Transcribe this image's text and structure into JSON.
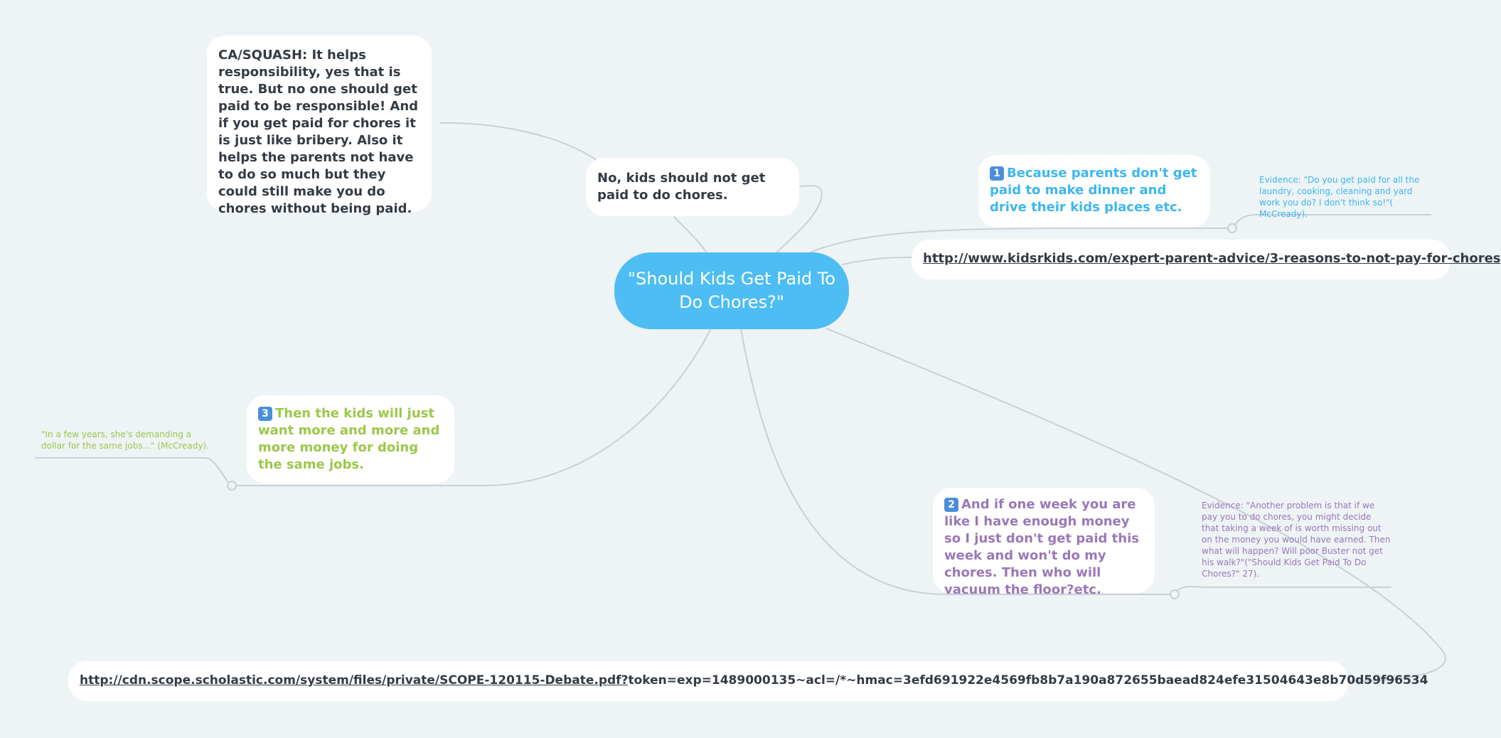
{
  "colors": {
    "background": "#eef3f6",
    "root": "#4dbdf4",
    "branch1": "#3cb7ef",
    "branch2": "#9a78b7",
    "branch3": "#9bc84a",
    "text_dark": "#333b44",
    "connector": "#c9d0d6"
  },
  "root": {
    "title": "\"Should Kids Get Paid To Do Chores?\""
  },
  "counter_claim": {
    "text": "No, kids should not get paid to do chores.",
    "squash": "CA/SQUASH: It helps responsibility, yes that is true. But no one should get paid to be responsible! And if you get paid for chores it is just like bribery. Also it helps the parents not have to do so much but they could still make you do chores without being paid."
  },
  "reasons": [
    {
      "badge": "1",
      "badge_icon": "keycap-one-icon",
      "text": "Because parents don't get paid to make dinner and drive their kids places etc.",
      "evidence": "Evidence: \"Do you get paid for all the laundry, cooking, cleaning and yard work you do? I don't think so!\"( McCready)."
    },
    {
      "badge": "2",
      "badge_icon": "keycap-two-icon",
      "text": "And if one week you are like I have enough money so I just don't get paid this week and won't do my chores. Then who will vacuum the floor?etc.",
      "evidence": "Evidence: \"Another problem is that if we pay you to do chores, you might decide that taking a week of is worth missing out on the money you would have earned. Then what will happen? Will poor Buster not get his walk?\"(\"Should Kids Get Paid To Do Chores?\" 27)."
    },
    {
      "badge": "3",
      "badge_icon": "keycap-three-icon",
      "text": "Then the kids will just want more and more and more money for doing the same jobs.",
      "evidence": "\"In a few years, she's demanding a dollar for the same jobs...\" (McCready)."
    }
  ],
  "links": {
    "kidsrkids": "http://www.kidsrkids.com/expert-parent-advice/3-reasons-to-not-pay-for-chores",
    "scholastic_link": "http://cdn.scope.scholastic.com/system/files/private/SCOPE-120115-Debate.pdf?",
    "scholastic_rest": "token=exp=1489000135~acl=/*~hmac=3efd691922e4569fb8b7a190a872655baead824efe31504643e8b70d59f96534"
  }
}
